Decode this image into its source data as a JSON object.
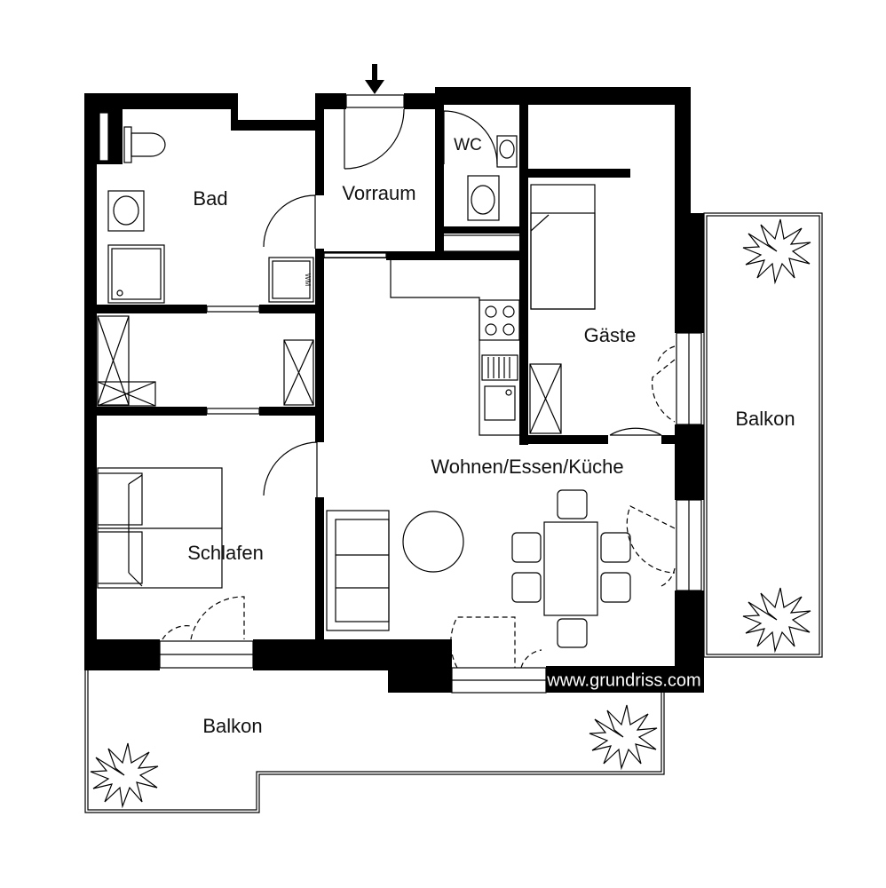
{
  "rooms": {
    "bad": "Bad",
    "vorraum": "Vorraum",
    "wc": "WC",
    "gaeste": "Gäste",
    "wohnen": "Wohnen/Essen/Küche",
    "schlafen": "Schlafen",
    "balkon_right": "Balkon",
    "balkon_bottom": "Balkon"
  },
  "appliance": {
    "washing_machine": "WM"
  },
  "watermark": "www.grundriss.com",
  "colors": {
    "wall": "#000000",
    "background": "#ffffff"
  }
}
